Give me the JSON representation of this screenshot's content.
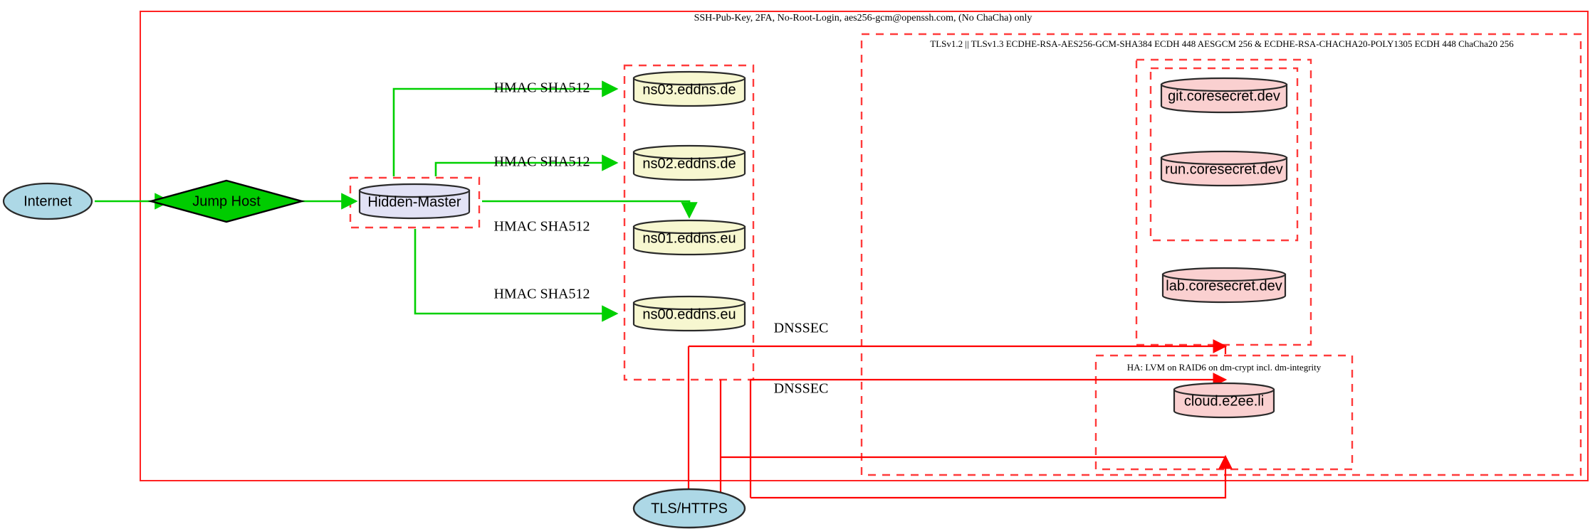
{
  "diagram": {
    "title_note": "SSH-Pub-Key, 2FA, No-Root-Login, aes256-gcm@openssh.com, (No ChaCha) only",
    "clusters": {
      "outer_ssh": {
        "label": "SSH-Pub-Key, 2FA, No-Root-Login, aes256-gcm@openssh.com, (No ChaCha) only"
      },
      "tls": {
        "label": "TLSv1.2 || TLSv1.3 ECDHE-RSA-AES256-GCM-SHA384 ECDH 448 AESGCM 256 & ECDHE-RSA-CHACHA20-POLY1305 ECDH 448 ChaCha20 256"
      },
      "ha": {
        "label": "HA: LVM on RAID6 on dm-crypt incl. dm-integrity"
      }
    },
    "nodes": {
      "internet": {
        "label": "Internet",
        "shape": "ellipse",
        "color": "#add8e6"
      },
      "jumphost": {
        "label": "Jump Host",
        "shape": "diamond",
        "color": "#00cc00"
      },
      "hidden_master": {
        "label": "Hidden-Master",
        "shape": "cylinder",
        "color": "#e2e2f5"
      },
      "ns03": {
        "label": "ns03.eddns.de",
        "shape": "cylinder",
        "color": "#f7f7d0"
      },
      "ns02": {
        "label": "ns02.eddns.de",
        "shape": "cylinder",
        "color": "#f7f7d0"
      },
      "ns01": {
        "label": "ns01.eddns.eu",
        "shape": "cylinder",
        "color": "#f7f7d0"
      },
      "ns00": {
        "label": "ns00.eddns.eu",
        "shape": "cylinder",
        "color": "#f7f7d0"
      },
      "git": {
        "label": "git.coresecret.dev",
        "shape": "cylinder",
        "color": "#fad0d0"
      },
      "run": {
        "label": "run.coresecret.dev",
        "shape": "cylinder",
        "color": "#fad0d0"
      },
      "lab": {
        "label": "lab.coresecret.dev",
        "shape": "cylinder",
        "color": "#fad0d0"
      },
      "cloud": {
        "label": "cloud.e2ee.li",
        "shape": "cylinder",
        "color": "#fad0d0"
      },
      "tlshttps": {
        "label": "TLS/HTTPS",
        "shape": "ellipse",
        "color": "#add8e6"
      }
    },
    "edge_labels": {
      "hmac_ns03": "HMAC SHA512",
      "hmac_ns02": "HMAC SHA512",
      "hmac_ns01": "HMAC SHA512",
      "hmac_ns00": "HMAC SHA512",
      "dnssec_upper": "DNSSEC",
      "dnssec_lower": "DNSSEC"
    },
    "colors": {
      "green_edge": "#00d000",
      "red_edge": "#ff0000",
      "cluster_border": "#ff3b3b",
      "blue_node": "#add8e6",
      "green_node": "#00cc00",
      "lavender_node": "#e2e2f5",
      "yellow_node": "#f7f7d0",
      "pink_node": "#fad0d0"
    }
  }
}
